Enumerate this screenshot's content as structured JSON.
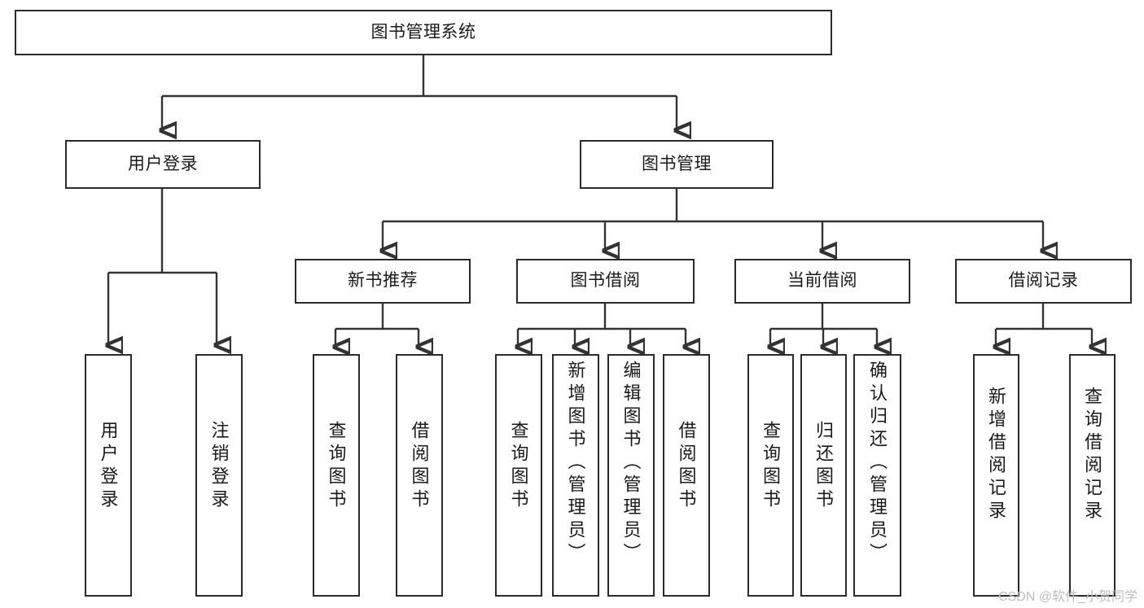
{
  "diagram": {
    "title": "图书管理系统",
    "type": "tree",
    "watermark": "CSDN @软件_小贺同学",
    "root": {
      "id": "root",
      "label": "图书管理系统"
    },
    "level2": [
      {
        "id": "user-login",
        "label": "用户登录"
      },
      {
        "id": "book-manage",
        "label": "图书管理"
      }
    ],
    "level3": [
      {
        "id": "new-book-rec",
        "label": "新书推荐",
        "parent": "book-manage"
      },
      {
        "id": "book-borrow",
        "label": "图书借阅",
        "parent": "book-manage"
      },
      {
        "id": "current-borrow",
        "label": "当前借阅",
        "parent": "book-manage"
      },
      {
        "id": "borrow-record",
        "label": "借阅记录",
        "parent": "book-manage"
      }
    ],
    "leaves": [
      {
        "id": "leaf-user-login",
        "label": "用户登录",
        "parent": "user-login"
      },
      {
        "id": "leaf-logout",
        "label": "注销登录",
        "parent": "user-login"
      },
      {
        "id": "leaf-query-book-1",
        "label": "查询图书",
        "parent": "new-book-rec"
      },
      {
        "id": "leaf-borrow-book-1",
        "label": "借阅图书",
        "parent": "new-book-rec"
      },
      {
        "id": "leaf-query-book-2",
        "label": "查询图书",
        "parent": "book-borrow"
      },
      {
        "id": "leaf-add-book",
        "label": "新增图书（管理员）",
        "parent": "book-borrow"
      },
      {
        "id": "leaf-edit-book",
        "label": "编辑图书（管理员）",
        "parent": "book-borrow"
      },
      {
        "id": "leaf-borrow-book-2",
        "label": "借阅图书",
        "parent": "book-borrow"
      },
      {
        "id": "leaf-query-book-3",
        "label": "查询图书",
        "parent": "current-borrow"
      },
      {
        "id": "leaf-return-book",
        "label": "归还图书",
        "parent": "current-borrow"
      },
      {
        "id": "leaf-confirm-return",
        "label": "确认归还（管理员）",
        "parent": "current-borrow"
      },
      {
        "id": "leaf-add-record",
        "label": "新增借阅记录",
        "parent": "borrow-record"
      },
      {
        "id": "leaf-query-record",
        "label": "查询借阅记录",
        "parent": "borrow-record"
      }
    ],
    "colors": {
      "border": "#2b2b2b",
      "connector": "#333333",
      "background": "#ffffff",
      "text": "#1a1a1a",
      "watermark": "#bdbdbd"
    }
  }
}
